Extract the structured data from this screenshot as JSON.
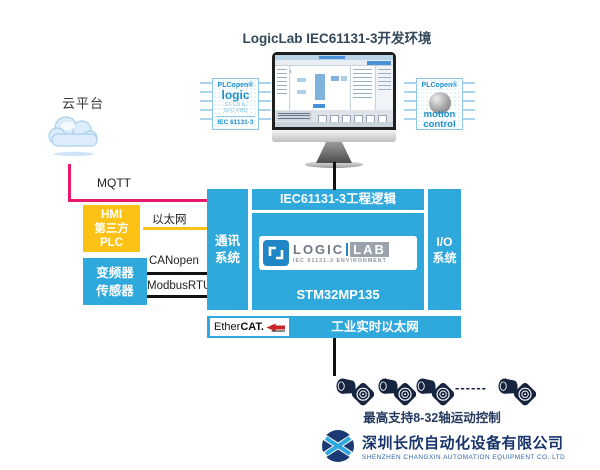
{
  "title": "LogicLab IEC61131-3开发环境",
  "colors": {
    "blue": "#2fa8dc",
    "yellow": "#fcc216",
    "pink": "#e8186d",
    "navy": "#16243f",
    "badge_blue": "#1c8fce",
    "logo_navy": "#17356c"
  },
  "badge_logic": {
    "brand": "PLCopen®",
    "name": "logic",
    "langs1": "ST LD IL",
    "langs2": "SFC FBD",
    "standard": "IEC 61131-3"
  },
  "badge_motion": {
    "brand": "PLCopen®",
    "line1": "motion",
    "line2": "control"
  },
  "cloud": {
    "label": "云平台",
    "protocol": "MQTT"
  },
  "hmi_box": {
    "line1": "HMI",
    "line2": "第三方",
    "line3": "PLC"
  },
  "drive_box": {
    "line1": "变频器",
    "line2": "传感器"
  },
  "links": {
    "ethernet": "以太网",
    "canopen": "CANopen",
    "modbus": "ModbusRTU"
  },
  "controller": {
    "comm_line1": "通讯",
    "comm_line2": "系统",
    "top_bar": "IEC61131-3工程逻辑",
    "logo_logic": "LOGIC",
    "logo_lab": "LAB",
    "logo_subtitle": "IEC 61131-3 ENVIRONMENT",
    "chip": "STM32MP135",
    "io_line1": "I/O",
    "io_line2": "系统"
  },
  "fieldbus": {
    "ether": "Ether",
    "cat": "CAT.",
    "label": "工业实时以太网"
  },
  "motion_row": {
    "dashes": "------",
    "caption": "最高支持8-32轴运动控制"
  },
  "footer": {
    "company_cn": "深圳长欣自动化设备有限公司",
    "company_en": "SHENZHEN CHANGXIN AUTOMATION EQUIPMENT CO. LTD"
  }
}
